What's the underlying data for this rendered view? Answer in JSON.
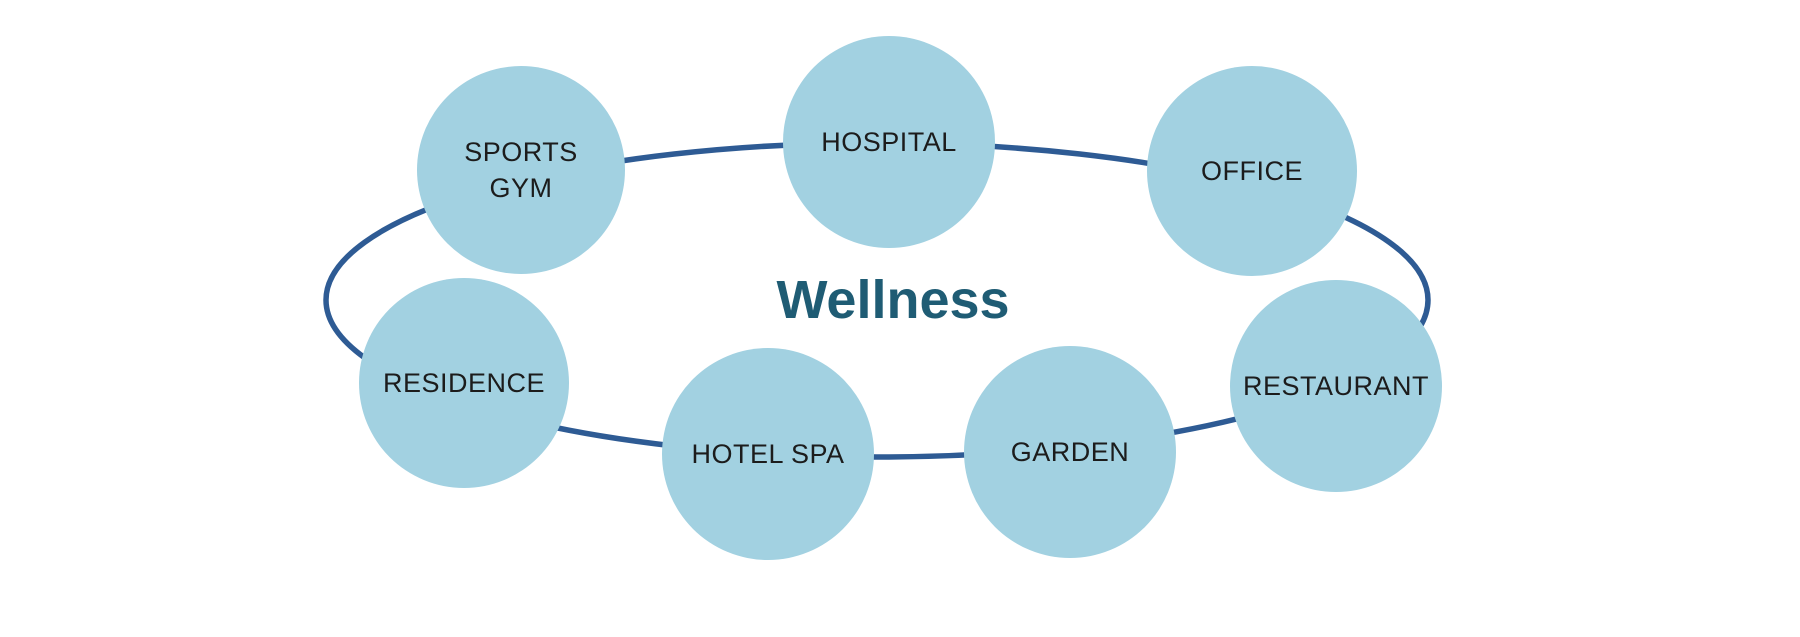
{
  "diagram": {
    "type": "cycle",
    "title": "Wellness",
    "nodes": [
      {
        "label": "SPORTS\nGYM"
      },
      {
        "label": "HOSPITAL"
      },
      {
        "label": "OFFICE"
      },
      {
        "label": "RESTAURANT"
      },
      {
        "label": "GARDEN"
      },
      {
        "label": "HOTEL SPA"
      },
      {
        "label": "RESIDENCE"
      }
    ],
    "colors": {
      "node_fill": "#A2D1E1",
      "ring_stroke": "#2E5B94",
      "node_label": "#1C1C1C",
      "title": "#1F5C74",
      "background": "#FFFFFF"
    }
  }
}
